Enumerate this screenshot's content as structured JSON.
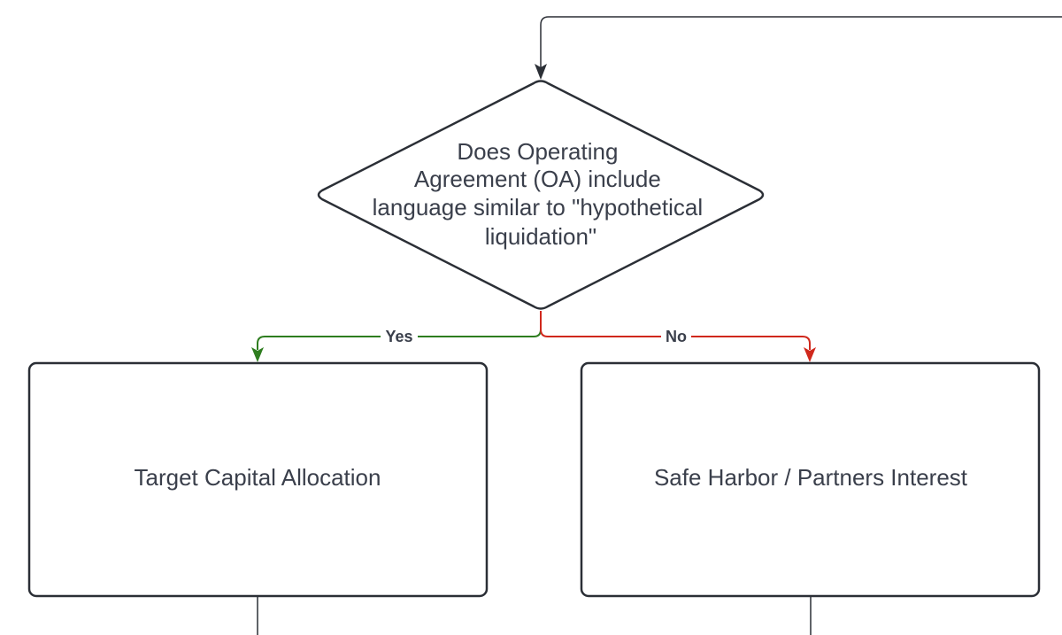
{
  "decision": {
    "lines": [
      "Does Operating",
      "Agreement (OA) include",
      "language similar to \"hypothetical",
      "liquidation\""
    ]
  },
  "edges": {
    "yes_label": "Yes",
    "no_label": "No"
  },
  "boxes": {
    "left_label": "Target Capital Allocation",
    "right_label": "Safe Harbor / Partners Interest"
  },
  "colors": {
    "stroke": "#2b2f36",
    "yes": "#2e7d1f",
    "no": "#d0281c",
    "text": "#3a3f4b"
  }
}
